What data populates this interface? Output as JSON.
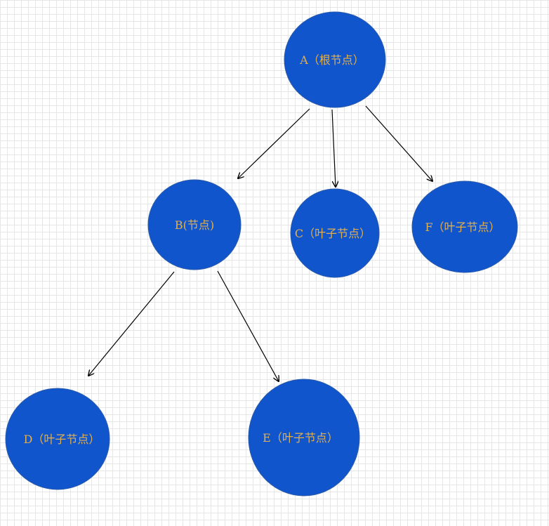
{
  "diagram": {
    "node_fill": "#1155cc",
    "node_stroke": "#2a5aa8",
    "label_color": "#e0b050",
    "edge_color": "#000000",
    "nodes": {
      "A": {
        "label": "A（根节点）"
      },
      "B": {
        "label": "B(节点)"
      },
      "C": {
        "label": "C（叶子节点）"
      },
      "D": {
        "label": "D（叶子节点）"
      },
      "E": {
        "label": "E（叶子节点）"
      },
      "F": {
        "label": "F（叶子节点）"
      }
    },
    "edges": [
      {
        "from": "A",
        "to": "B"
      },
      {
        "from": "A",
        "to": "C"
      },
      {
        "from": "A",
        "to": "F"
      },
      {
        "from": "B",
        "to": "D"
      },
      {
        "from": "B",
        "to": "E"
      }
    ]
  }
}
